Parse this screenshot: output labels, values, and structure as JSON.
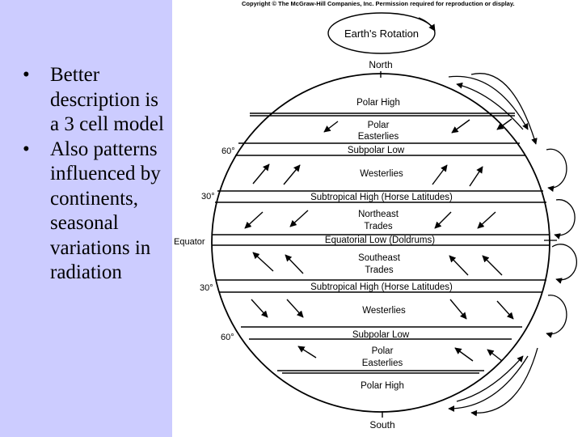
{
  "slide": {
    "bullets": [
      "Better description is a 3 cell model",
      "Also patterns influenced by continents, seasonal variations in radiation"
    ]
  },
  "figure": {
    "copyright": "Copyright © The McGraw-Hill Companies, Inc. Permission required for reproduction or display.",
    "rotation_label": "Earth's Rotation",
    "north_label": "North",
    "south_label": "South",
    "latitudes": {
      "n60": "60°",
      "n30": "30°",
      "equator": "Equator",
      "s30": "30°",
      "s60": "60°"
    },
    "zones": {
      "polar_high_n": "Polar High",
      "polar_easterlies_n": [
        "Polar",
        "Easterlies"
      ],
      "subpolar_low_n": "Subpolar Low",
      "westerlies_n": "Westerlies",
      "subtropical_high_n": "Subtropical High (Horse Latitudes)",
      "ne_trades": [
        "Northeast",
        "Trades"
      ],
      "equatorial_low": "Equatorial Low (Doldrums)",
      "se_trades": [
        "Southeast",
        "Trades"
      ],
      "subtropical_high_s": "Subtropical High (Horse Latitudes)",
      "westerlies_s": "Westerlies",
      "subpolar_low_s": "Subpolar Low",
      "polar_easterlies_s": [
        "Polar",
        "Easterlies"
      ],
      "polar_high_s": "Polar High"
    }
  }
}
